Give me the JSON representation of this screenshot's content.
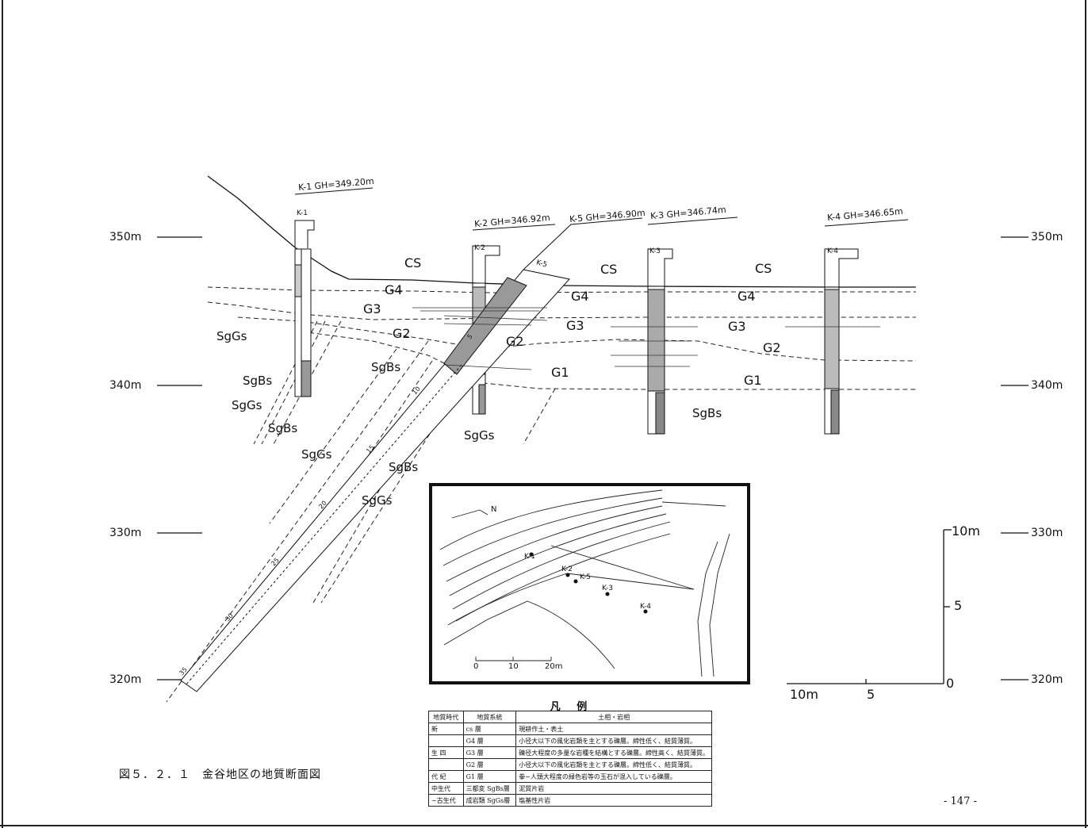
{
  "elevations_left": [
    "350m",
    "340m",
    "330m",
    "320m"
  ],
  "elevations_right": [
    "350m",
    "340m",
    "330m",
    "320m"
  ],
  "boreholes": [
    {
      "header": "K-1 GH=349.20m",
      "tag": "K-1"
    },
    {
      "header": "K-2 GH=346.92m",
      "tag": "K-2"
    },
    {
      "header": "K-5 GH=346.90m",
      "tag": "K-5"
    },
    {
      "header": "K-3 GH=346.74m",
      "tag": "K-3"
    },
    {
      "header": "K-4 GH=346.65m",
      "tag": "K-4"
    }
  ],
  "units": {
    "cs": "CS",
    "g4": "G4",
    "g3": "G3",
    "g2": "G2",
    "g1": "G1",
    "sgbs": "SgBs",
    "sggs": "SgGs"
  },
  "inclined_depth_marks": [
    "5",
    "10",
    "15",
    "20",
    "25",
    "30",
    "35"
  ],
  "scale_bar_vertical": [
    "10m",
    "5",
    "0"
  ],
  "scale_bar_horizontal": [
    "10m",
    "5",
    "0"
  ],
  "inset_map": {
    "north": "N",
    "points": [
      "K-1",
      "K-2",
      "K-5",
      "K-3",
      "K-4"
    ],
    "scale": [
      "0",
      "10",
      "20m"
    ]
  },
  "legend": {
    "title": "凡 例",
    "headers": [
      "地質時代",
      "地質系統",
      "土相・岩相"
    ],
    "rows": [
      {
        "era": "新",
        "unit": "cs 層",
        "desc": "現耕作土・表土"
      },
      {
        "era": "",
        "unit": "G4 層",
        "desc": "小径大以下の風化岩類を主とする礫層。締性低く、結質薄質。"
      },
      {
        "era": "生 四",
        "unit": "G3 層",
        "desc": "礫径大程度の多量な岩種を結構とする礫層。締性高く、結質薄質。"
      },
      {
        "era": "",
        "unit": "G2 層",
        "desc": "小径大以下の風化岩類を主とする礫層。締性低く、結質薄質。"
      },
      {
        "era": "代 紀",
        "unit": "G1 層",
        "desc": "拳~人頭大程度の緑色岩等の玉石が混入している礫層。"
      },
      {
        "era": "中生代",
        "unit": "三都変 SgBs層",
        "desc": "泥質片岩"
      },
      {
        "era": "~古生代",
        "unit": "成岩類 SgGs層",
        "desc": "塩基性片岩"
      }
    ]
  },
  "caption": "図５．２．１　金谷地区の地質断面図",
  "page_number": "- 147 -"
}
